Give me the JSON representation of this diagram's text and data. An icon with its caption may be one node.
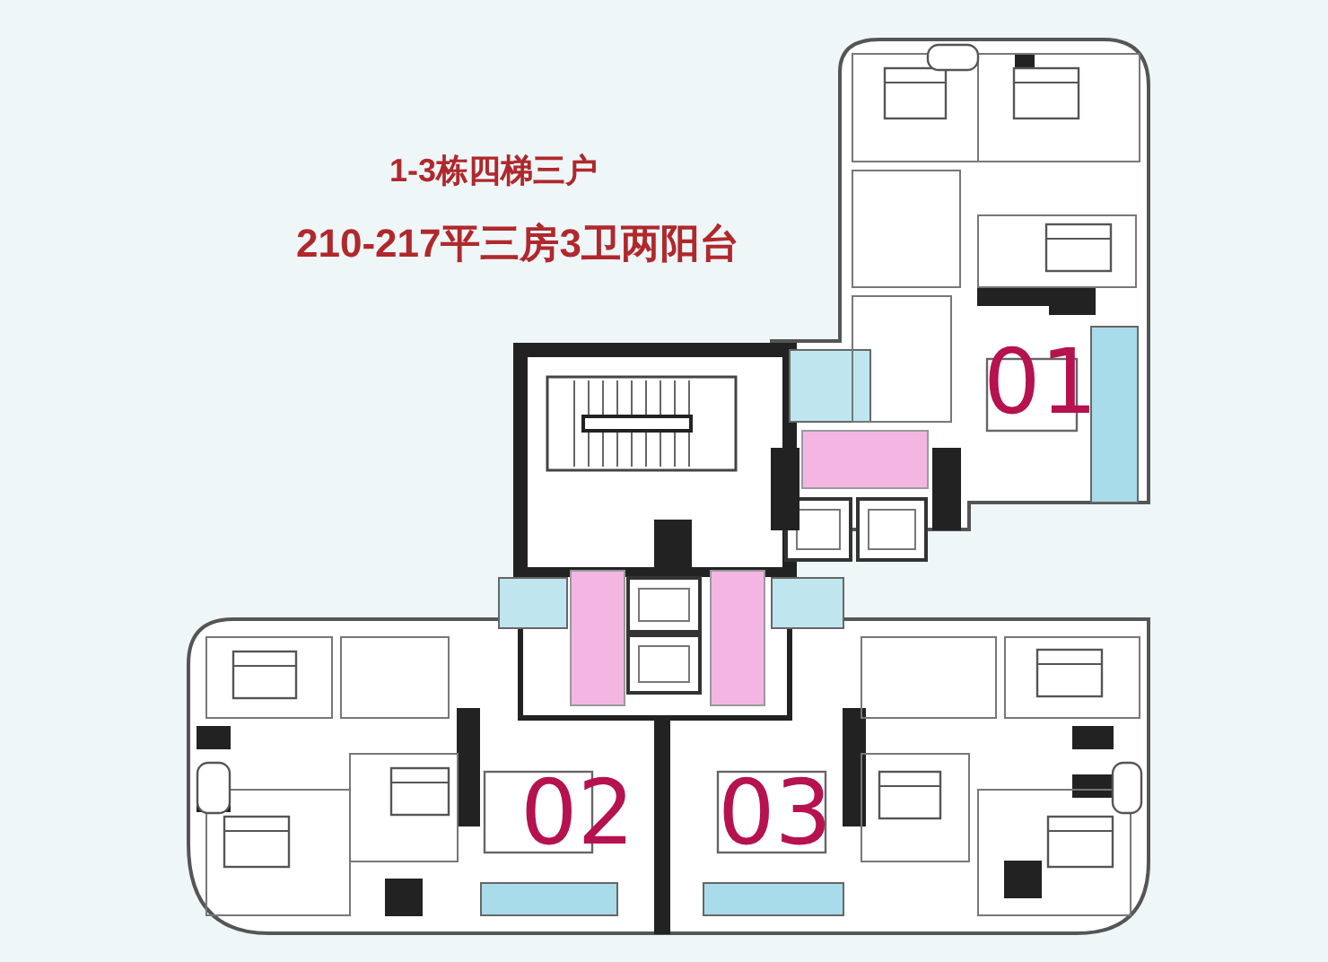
{
  "diagram": {
    "title": "1-3栋四梯三户",
    "caption": "210-217平三房3卫两阳台",
    "nodes": [
      {
        "text": [
          "01"
        ]
      },
      {
        "text": [
          "02"
        ]
      },
      {
        "text": [
          "03"
        ]
      }
    ]
  }
}
